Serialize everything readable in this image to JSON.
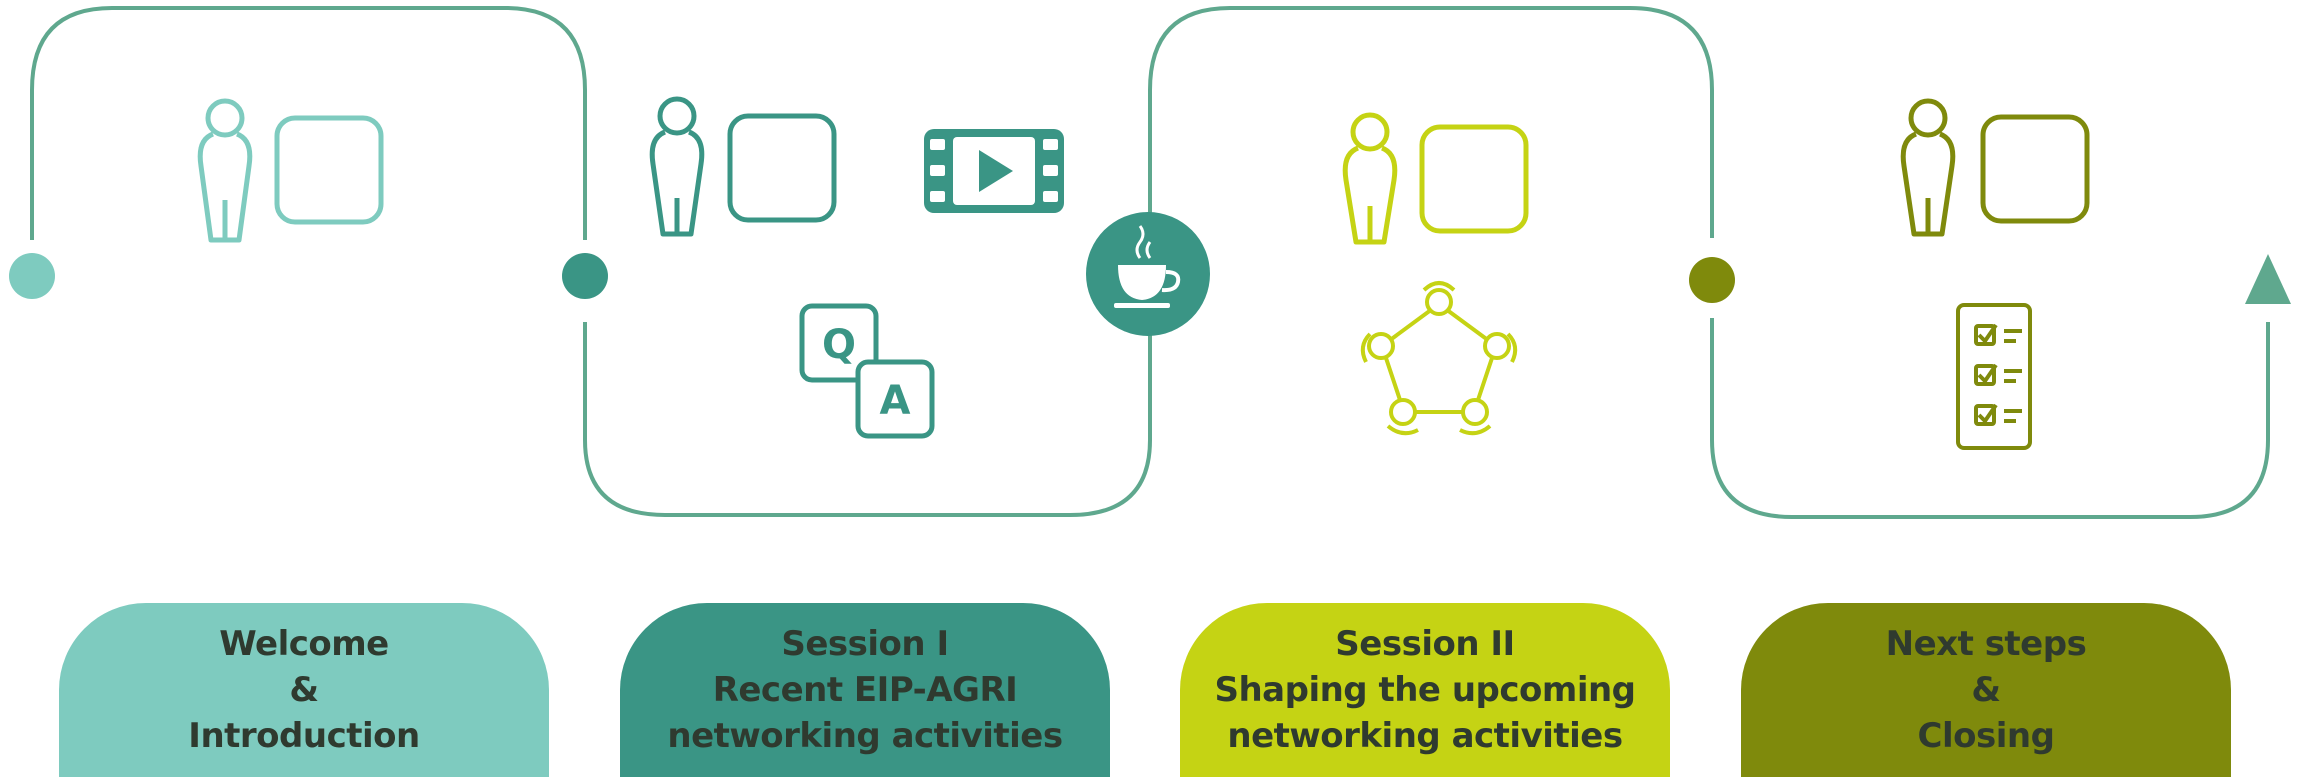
{
  "colors": {
    "timeline": "#5fa88e",
    "welcome": "#7ecbbf",
    "session1": "#3a9585",
    "session2": "#c5d314",
    "next_steps": "#7f8a0c",
    "label_text": "#2f3a2f"
  },
  "steps": [
    {
      "lines": [
        "Welcome",
        "&",
        "Introduction"
      ],
      "icons": [
        "speaker-at-podium-icon"
      ]
    },
    {
      "lines": [
        "Session I",
        "Recent EIP-AGRI",
        "networking activities"
      ],
      "icons": [
        "speaker-at-podium-icon",
        "video-film-icon",
        "q-and-a-icon"
      ]
    },
    {
      "lines": [
        "Session II",
        "Shaping the upcoming",
        "networking activities"
      ],
      "icons": [
        "speaker-at-podium-icon",
        "group-discussion-icon"
      ]
    },
    {
      "lines": [
        "Next steps",
        "&",
        "Closing"
      ],
      "icons": [
        "speaker-at-podium-icon",
        "checklist-icon"
      ]
    }
  ],
  "break_icon": "coffee-cup-icon",
  "end_marker": "arrow-up-triangle-icon",
  "qa": {
    "q": "Q",
    "a": "A"
  }
}
